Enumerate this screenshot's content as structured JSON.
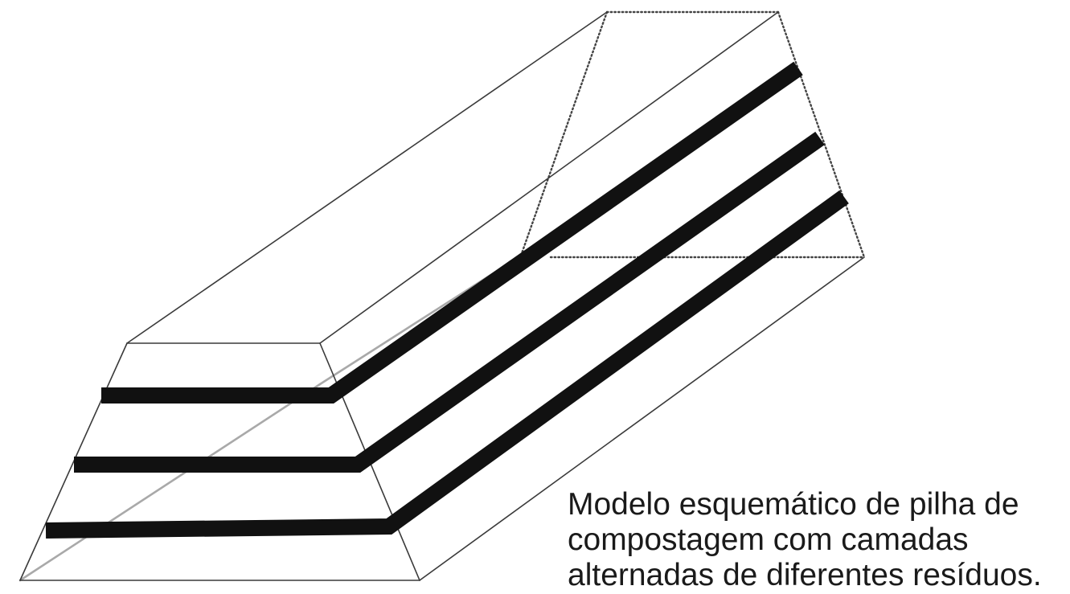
{
  "caption": {
    "lines": [
      "Modelo esquemático de pilha de",
      "compostagem com camadas",
      "alternadas de diferentes resíduos."
    ]
  },
  "diagram": {
    "subject": "trapezoidal compost pile (windrow) in perspective",
    "layer_count": 3,
    "colors": {
      "outline": "#3a3a3a",
      "hidden_edge": "#444444",
      "soft_edge": "#a9a9a9",
      "layer": "#111111",
      "background": "#ffffff"
    }
  }
}
